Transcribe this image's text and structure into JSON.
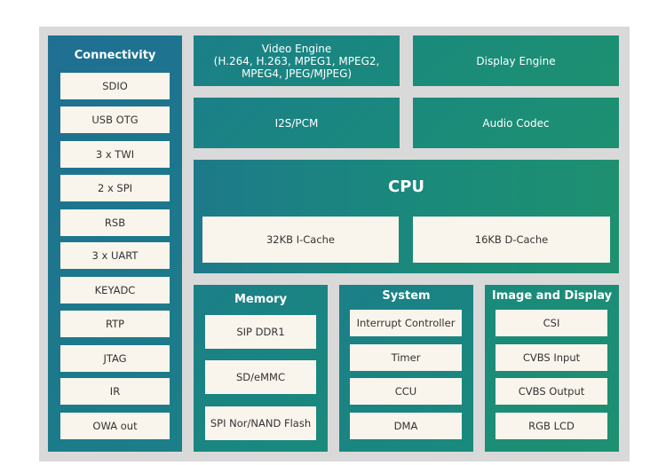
{
  "connectivity": {
    "title": "Connectivity",
    "items": [
      "SDIO",
      "USB OTG",
      "3 x TWI",
      "2 x SPI",
      "RSB",
      "3 x UART",
      "KEYADC",
      "RTP",
      "JTAG",
      "IR",
      "OWA out"
    ]
  },
  "video_engine": {
    "line1": "Video Engine",
    "line2": "(H.264, H.263, MPEG1, MPEG2,",
    "line3": "MPEG4, JPEG/MJPEG)"
  },
  "display_engine": {
    "label": "Display Engine"
  },
  "i2s": {
    "label": "I2S/PCM"
  },
  "audio_codec": {
    "label": "Audio Codec"
  },
  "cpu": {
    "title": "CPU",
    "icache": "32KB I-Cache",
    "dcache": "16KB D-Cache"
  },
  "memory": {
    "title": "Memory",
    "items": [
      "SIP DDR1",
      "SD/eMMC",
      "SPI Nor/NAND Flash"
    ]
  },
  "system": {
    "title": "System",
    "items": [
      "Interrupt Controller",
      "Timer",
      "CCU",
      "DMA"
    ]
  },
  "image_display": {
    "title": "Image and Display",
    "items": [
      "CSI",
      "CVBS Input",
      "CVBS Output",
      "RGB LCD"
    ]
  },
  "colors": {
    "background": "#d9d9d9",
    "block_start": "#1f6f92",
    "block_end": "#1e9070",
    "cell": "#faf5ec"
  }
}
